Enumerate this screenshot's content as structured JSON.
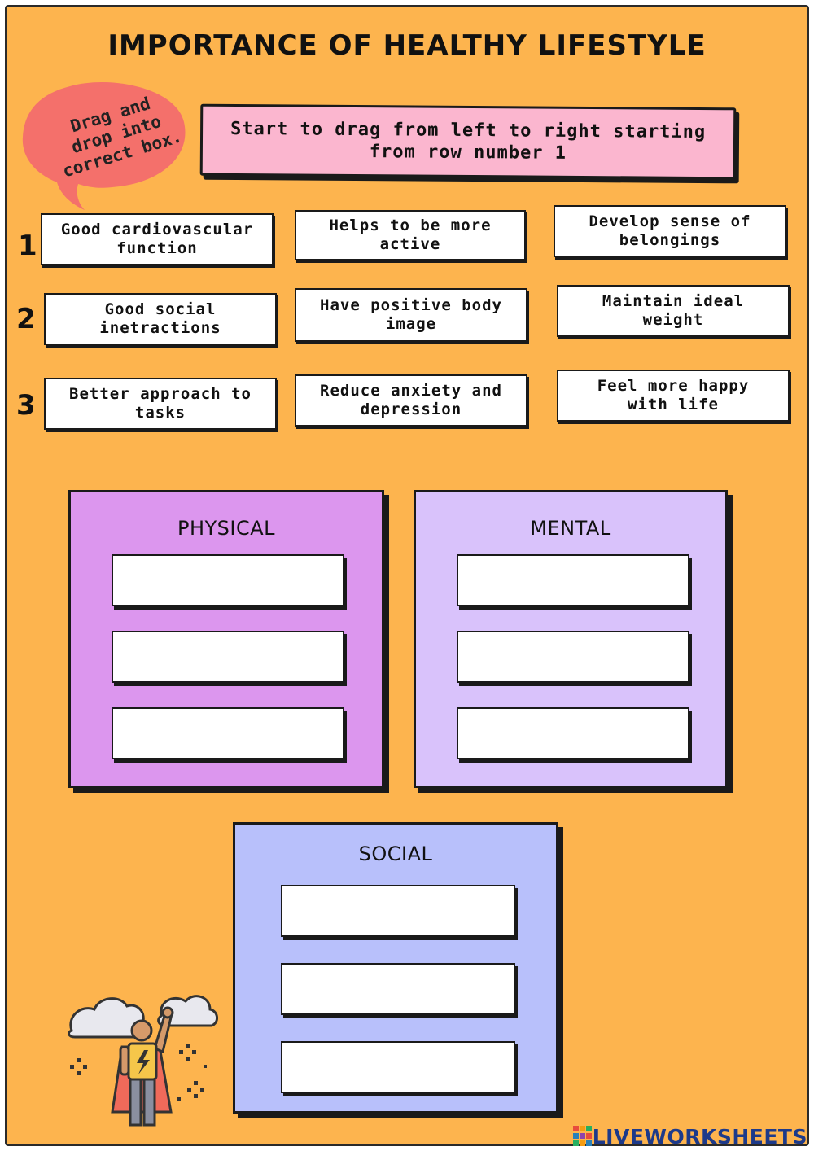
{
  "title": "IMPORTANCE OF HEALTHY LIFESTYLE",
  "bubble": {
    "lines": [
      "Drag and",
      "drop into",
      "correct box."
    ],
    "color": "#f4706b"
  },
  "instruction": "Start to drag from left to right starting from row number 1",
  "rows": [
    {
      "number": "1",
      "cards": [
        "Good cardiovascular function",
        "Helps to be more active",
        "Develop sense of belongings"
      ]
    },
    {
      "number": "2",
      "cards": [
        "Good social inetractions",
        "Have positive body image",
        "Maintain ideal weight"
      ]
    },
    {
      "number": "3",
      "cards": [
        "Better approach to tasks",
        "Reduce anxiety and depression",
        "Feel more happy with life"
      ]
    }
  ],
  "panels": {
    "physical": {
      "title": "PHYSICAL",
      "color": "#dc96ee"
    },
    "mental": {
      "title": "MENTAL",
      "color": "#d9c2fb"
    },
    "social": {
      "title": "SOCIAL",
      "color": "#b8c0fb"
    }
  },
  "footer": {
    "brand": "LIVEWORKSHEETS",
    "icon": "liveworksheets-logo-icon"
  },
  "illustration": {
    "icon": "superhero-icon"
  },
  "colors": {
    "background": "#fdb44e",
    "instruction_bg": "#fbb6cf",
    "brand": "#1d3a8a"
  }
}
